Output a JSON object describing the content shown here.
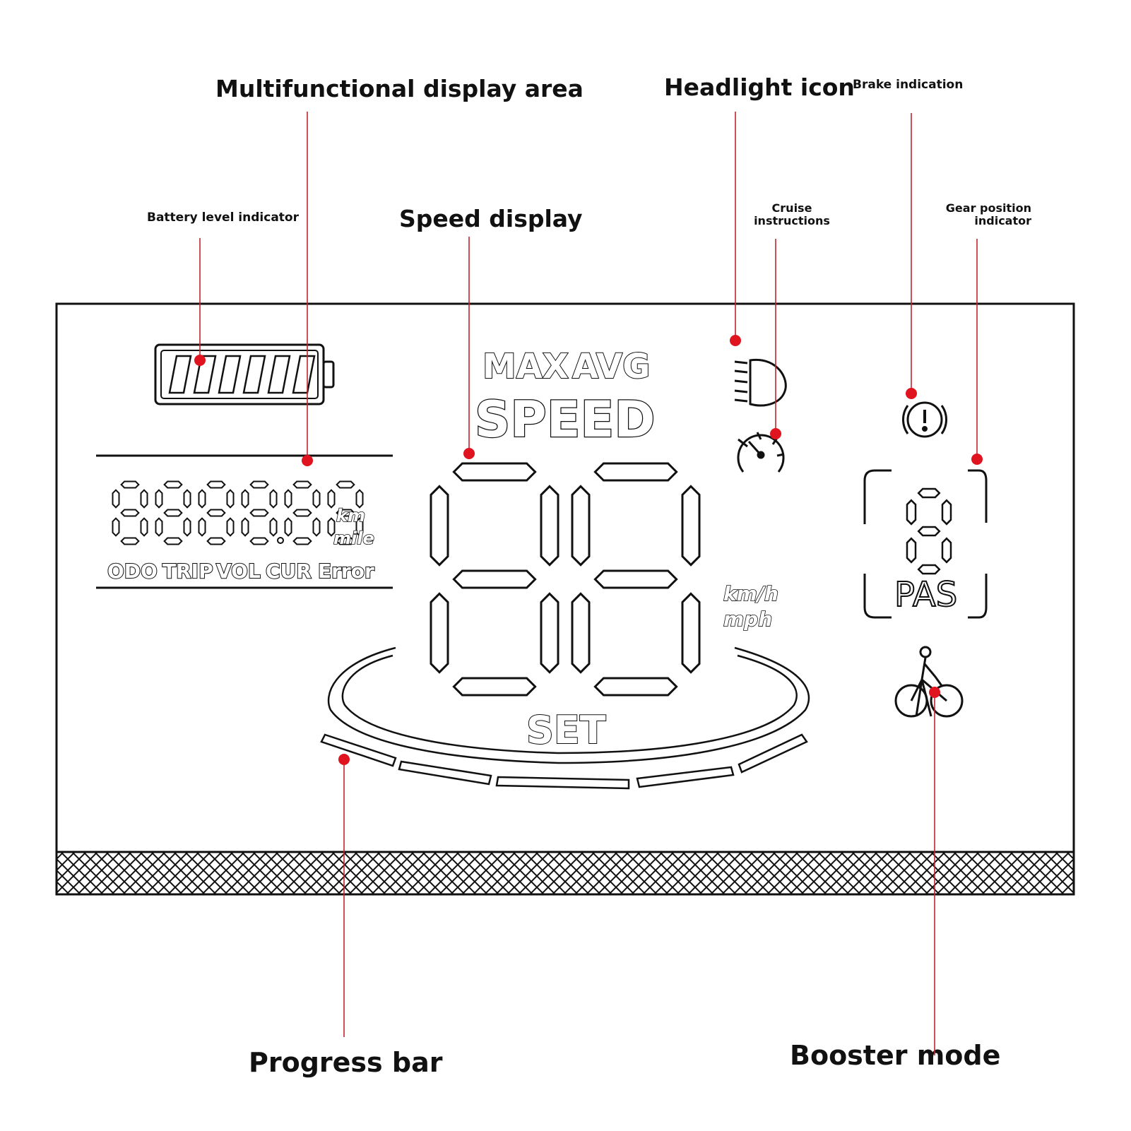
{
  "callouts": {
    "multifunctional": "Multifunctional display area",
    "headlight": "Headlight icon",
    "brake": "Brake indication",
    "battery": "Battery level indicator",
    "speed_display": "Speed display",
    "cruise": "Cruise instructions",
    "gear": "Gear position indicator",
    "progress_bar": "Progress bar",
    "booster": "Booster mode"
  },
  "display": {
    "max_label": "MAX",
    "avg_label": "AVG",
    "speed_label": "SPEED",
    "set_label": "SET",
    "pas_label": "PAS",
    "dist_units": [
      "km",
      "mile"
    ],
    "speed_units": [
      "km/h",
      "mph"
    ],
    "modes": [
      "ODO",
      "TRIP",
      "VOL",
      "CUR",
      "Error"
    ],
    "battery_bars": 6,
    "odometer_digits": 6,
    "speed_digits": 2
  },
  "colors": {
    "leader": "#c0262d",
    "dot": "#e0141e",
    "outline": "#111111"
  },
  "icons": [
    "battery-icon",
    "headlight-icon",
    "cruise-icon",
    "brake-icon",
    "walk-assist-icon"
  ]
}
